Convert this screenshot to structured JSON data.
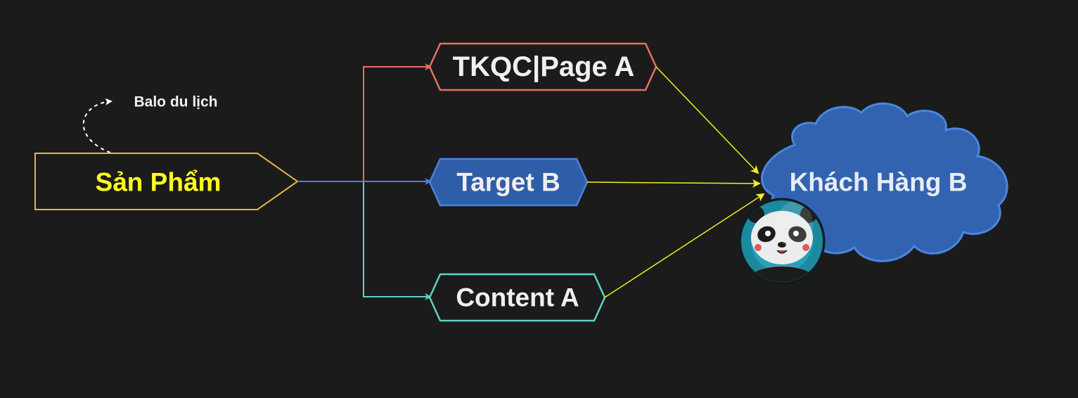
{
  "diagram": {
    "product_label": "Sản Phẩm",
    "note_label": "Balo du lịch",
    "page_label": "TKQC|Page A",
    "target_label": "Target B",
    "content_label": "Content A",
    "customer_label": "Khách Hàng B",
    "avatar_icon": "panda-avatar-icon"
  },
  "colors": {
    "background": "#1b1b1b",
    "product_border": "#e2b54a",
    "product_text": "#ffff1e",
    "page_border": "#e8705f",
    "target_fill": "#2f5ea8",
    "target_border": "#4b82dc",
    "content_border": "#5fd2c4",
    "customer_cloud": "#3163b0",
    "customer_border": "#4a86e0",
    "arrow_to_customer": "#f0f020"
  }
}
